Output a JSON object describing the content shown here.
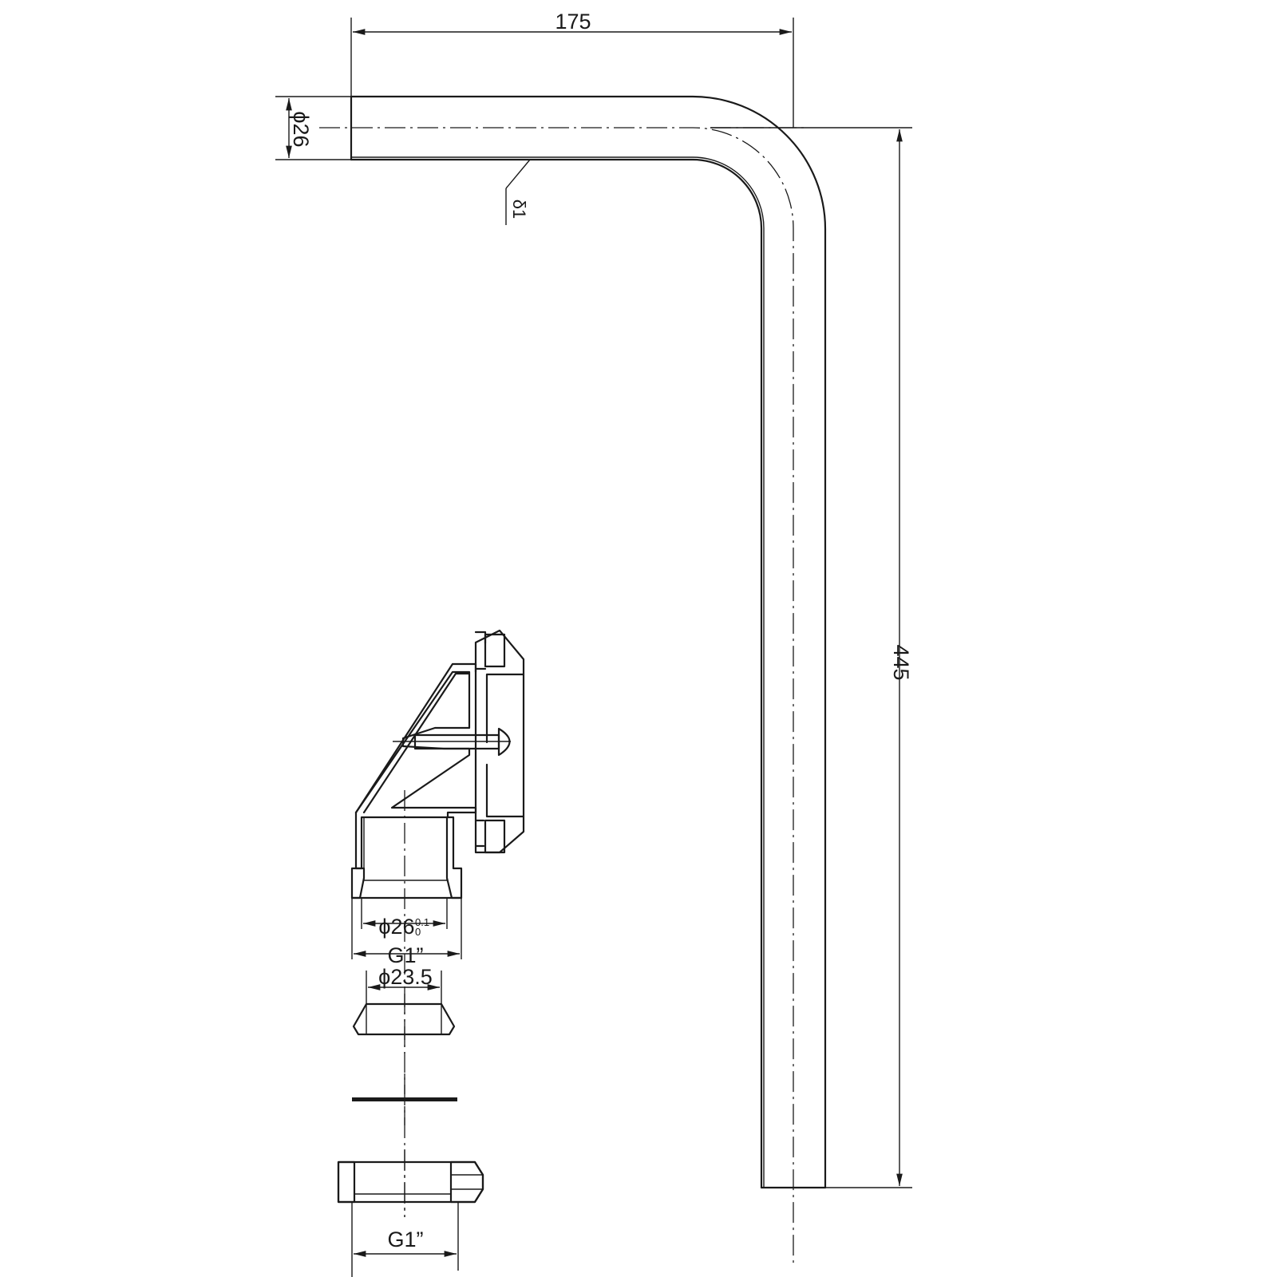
{
  "dimensions": {
    "width_top": "175",
    "height_right": "445",
    "tube_diameter": "ϕ26",
    "wall_thickness": "δ1",
    "bore_diameter": "ϕ26",
    "bore_tolerance_upper": "0.1",
    "bore_tolerance_lower": "0",
    "thread_upper": "G1”",
    "seal_diameter": "ϕ23.5",
    "thread_lower": "G1”"
  }
}
